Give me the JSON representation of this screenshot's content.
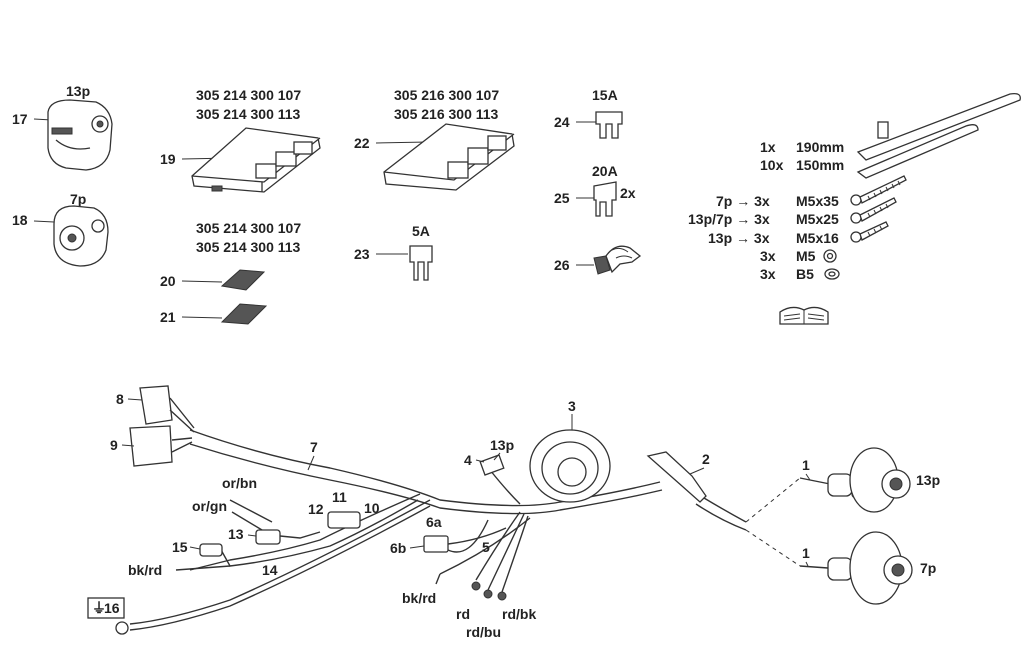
{
  "parts": {
    "p17": {
      "num": "17",
      "type": "13p"
    },
    "p18": {
      "num": "18",
      "type": "7p"
    },
    "p19": {
      "num": "19",
      "pn1": "305 214 300 107",
      "pn2": "305 214 300 113"
    },
    "p22": {
      "num": "22",
      "pn1": "305 216 300 107",
      "pn2": "305 216 300 113"
    },
    "p20_21": {
      "num20": "20",
      "num21": "21",
      "pn1": "305 214 300 107",
      "pn2": "305 214 300 113"
    },
    "p23": {
      "num": "23",
      "rating": "5A"
    },
    "p24": {
      "num": "24",
      "rating": "15A"
    },
    "p25": {
      "num": "25",
      "rating": "20A",
      "qty": "2x"
    },
    "p26": {
      "num": "26"
    }
  },
  "hardware": [
    {
      "prefix": "1x",
      "desc": "190mm"
    },
    {
      "prefix": "10x",
      "desc": "150mm"
    },
    {
      "prefix": "7p → 3x",
      "desc": "M5x35"
    },
    {
      "prefix": "13p/7p → 3x",
      "desc": "M5x25"
    },
    {
      "prefix": "13p → 3x",
      "desc": "M5x16"
    },
    {
      "prefix": "3x",
      "desc": "M5"
    },
    {
      "prefix": "3x",
      "desc": "B5"
    }
  ],
  "harness": {
    "n8": "8",
    "n9": "9",
    "n7": "7",
    "n3": "3",
    "n4": "4",
    "n13p_plug": "13p",
    "n2": "2",
    "n1a": "1",
    "n1b": "1",
    "socket13": "13p",
    "socket7": "7p",
    "or_bn": "or/bn",
    "or_gn": "or/gn",
    "n12": "12",
    "n11": "11",
    "n10": "10",
    "n13": "13",
    "n15": "15",
    "n14": "14",
    "bk_rd_left": "bk/rd",
    "n6a": "6a",
    "n6b": "6b",
    "n5": "5",
    "bk_rd_mid": "bk/rd",
    "rd": "rd",
    "rd_bu": "rd/bu",
    "rd_bk": "rd/bk",
    "n16": "16"
  }
}
